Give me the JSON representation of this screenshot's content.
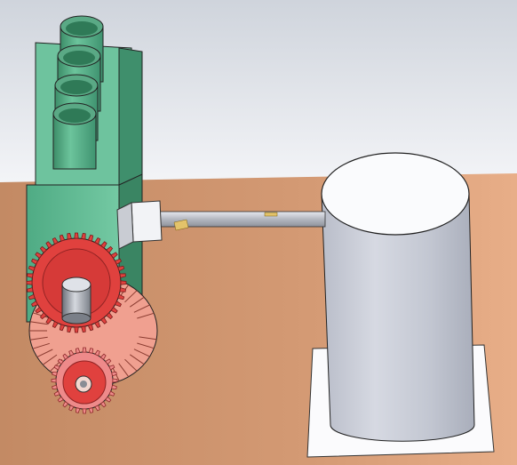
{
  "scene": {
    "objects": [
      "background-wall",
      "floor",
      "engine-block",
      "cylinder-tube-1",
      "cylinder-tube-2",
      "cylinder-tube-3",
      "cylinder-tube-4",
      "shaft-coupling",
      "drive-shaft",
      "shaft-key",
      "large-red-gear",
      "gear-hub",
      "bevel-gear",
      "small-red-gear",
      "storage-cylinder",
      "base-plate"
    ],
    "colors": {
      "wall_top": "#cfd4dc",
      "wall_bottom": "#f4f5f8",
      "floor": "#c98f68",
      "floor_right": "#e3a882",
      "engine_green": "#6cc29c",
      "engine_green_dark": "#3f8f6c",
      "tube_green": "#5fae8a",
      "gear_red": "#e0413e",
      "gear_red_dark": "#a52a2a",
      "bevel_salmon": "#f0a090",
      "gear_pink": "#ee8a8a",
      "cylinder_grey": "#c7cbd6",
      "cylinder_top": "#fafbfd",
      "plate_white": "#fbfbfd",
      "shaft_grey": "#b9bcc4",
      "key_gold": "#e3c36a"
    }
  }
}
